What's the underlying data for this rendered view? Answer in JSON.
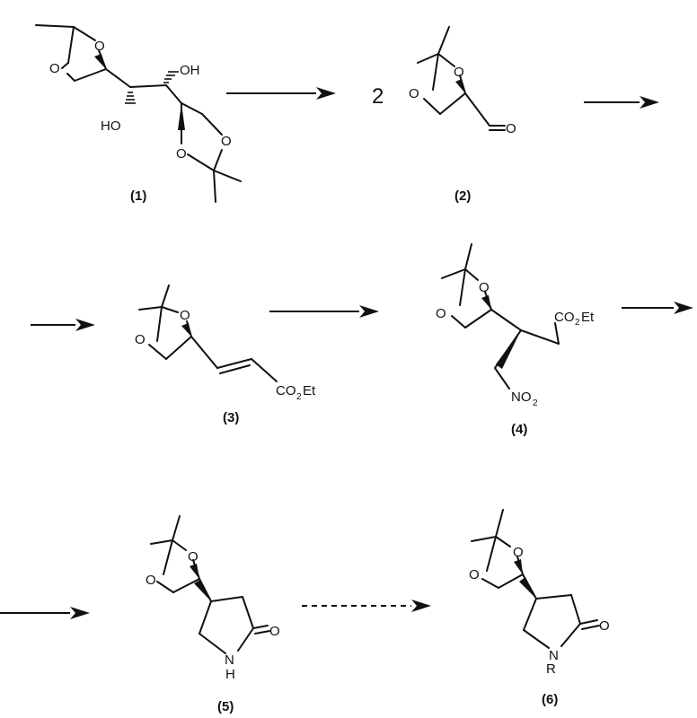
{
  "scheme": {
    "coefficient": "2",
    "compounds": [
      {
        "label": "(1)",
        "atoms": [
          "O",
          "O",
          "OH",
          "HO",
          "O",
          "O"
        ]
      },
      {
        "label": "(2)",
        "atoms": [
          "O",
          "O",
          "O"
        ]
      },
      {
        "label": "(3)",
        "atoms": [
          "O",
          "O",
          "CO",
          "2",
          "Et"
        ]
      },
      {
        "label": "(4)",
        "atoms": [
          "O",
          "O",
          "CO",
          "2",
          "Et",
          "NO",
          "2"
        ]
      },
      {
        "label": "(5)",
        "atoms": [
          "O",
          "O",
          "O",
          "N",
          "H"
        ]
      },
      {
        "label": "(6)",
        "atoms": [
          "O",
          "O",
          "O",
          "N",
          "R"
        ]
      }
    ]
  }
}
